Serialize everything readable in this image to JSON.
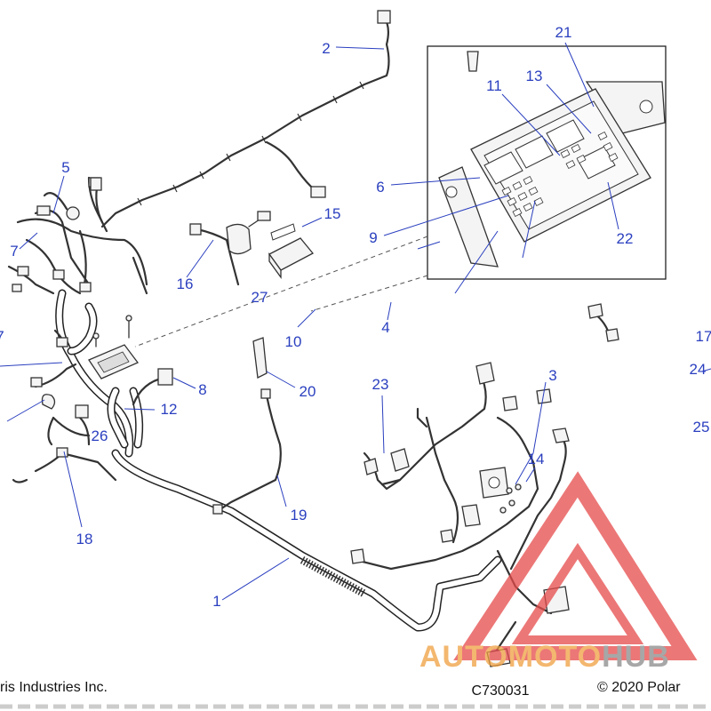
{
  "diagram": {
    "callouts": [
      {
        "id": "c1",
        "text": "1"
      },
      {
        "id": "c2",
        "text": "2"
      },
      {
        "id": "c3",
        "text": "3"
      },
      {
        "id": "c4",
        "text": "4"
      },
      {
        "id": "c5",
        "text": "5"
      },
      {
        "id": "c6",
        "text": "6"
      },
      {
        "id": "c7a",
        "text": "7"
      },
      {
        "id": "c7b",
        "text": "7"
      },
      {
        "id": "c8",
        "text": "8"
      },
      {
        "id": "c9",
        "text": "9"
      },
      {
        "id": "c10",
        "text": "10"
      },
      {
        "id": "c11",
        "text": "11"
      },
      {
        "id": "c12",
        "text": "12"
      },
      {
        "id": "c13",
        "text": "13"
      },
      {
        "id": "c14",
        "text": "14"
      },
      {
        "id": "c15",
        "text": "15"
      },
      {
        "id": "c16",
        "text": "16"
      },
      {
        "id": "c17",
        "text": "17"
      },
      {
        "id": "c18",
        "text": "18"
      },
      {
        "id": "c19",
        "text": "19"
      },
      {
        "id": "c20",
        "text": "20"
      },
      {
        "id": "c21",
        "text": "21"
      },
      {
        "id": "c22",
        "text": "22"
      },
      {
        "id": "c23",
        "text": "23"
      },
      {
        "id": "c24",
        "text": "24"
      },
      {
        "id": "c25",
        "text": "25"
      },
      {
        "id": "c26",
        "text": "26"
      },
      {
        "id": "c27",
        "text": "27"
      }
    ],
    "label_color": "#2a3fbf"
  },
  "footer": {
    "left": "ris Industries Inc.",
    "center": "C730031",
    "right": "© 2020 Polar"
  },
  "watermark": {
    "brand_part1": "AUTO",
    "brand_part2": "MOTO",
    "brand_part3": "HUB",
    "color_orange": "#f0a040",
    "color_gray": "#8a8a8a",
    "color_red": "#e64a4a"
  }
}
